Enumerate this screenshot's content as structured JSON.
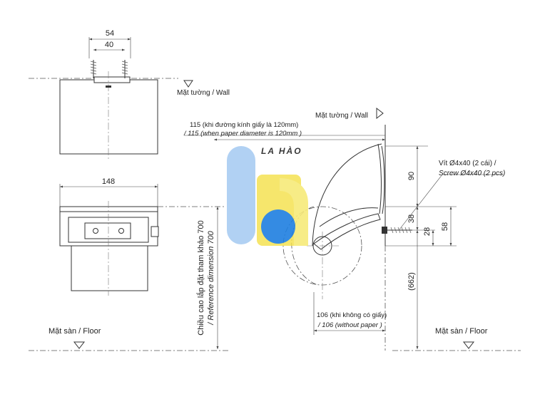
{
  "dimensions": {
    "top_outer": "54",
    "top_inner": "40",
    "front_width": "148",
    "height_90": "90",
    "height_38": "38",
    "height_28": "28",
    "height_58": "58",
    "height_662": "(662)"
  },
  "labels": {
    "wall_top": "Mặt tường / Wall",
    "wall_side": "Mặt tường / Wall",
    "paper_note_vi": "115 (khi đường kính giấy là 120mm)",
    "paper_note_en": "/ 115 (when  paper diameter is 120mm )",
    "screw_vi": "Vít Ø4x40 (2 cái) /",
    "screw_en": "Screw Ø4x40 (2 pcs)",
    "ref_height_vi": "Chiều cao lắp đặt tham khảo 700",
    "ref_height_en": "/ Reference dimension 700",
    "no_paper_vi": "106 (khi không có giấy)",
    "no_paper_en": "/ 106 (without paper )",
    "floor_left": "Mặt sàn / Floor",
    "floor_right": "Mặt sàn / Floor"
  },
  "watermark": {
    "text": "LA HÀO",
    "colors": {
      "blue": "#1f7fe0",
      "light_blue": "#a9cdf2",
      "yellow": "#f4e04a"
    }
  }
}
